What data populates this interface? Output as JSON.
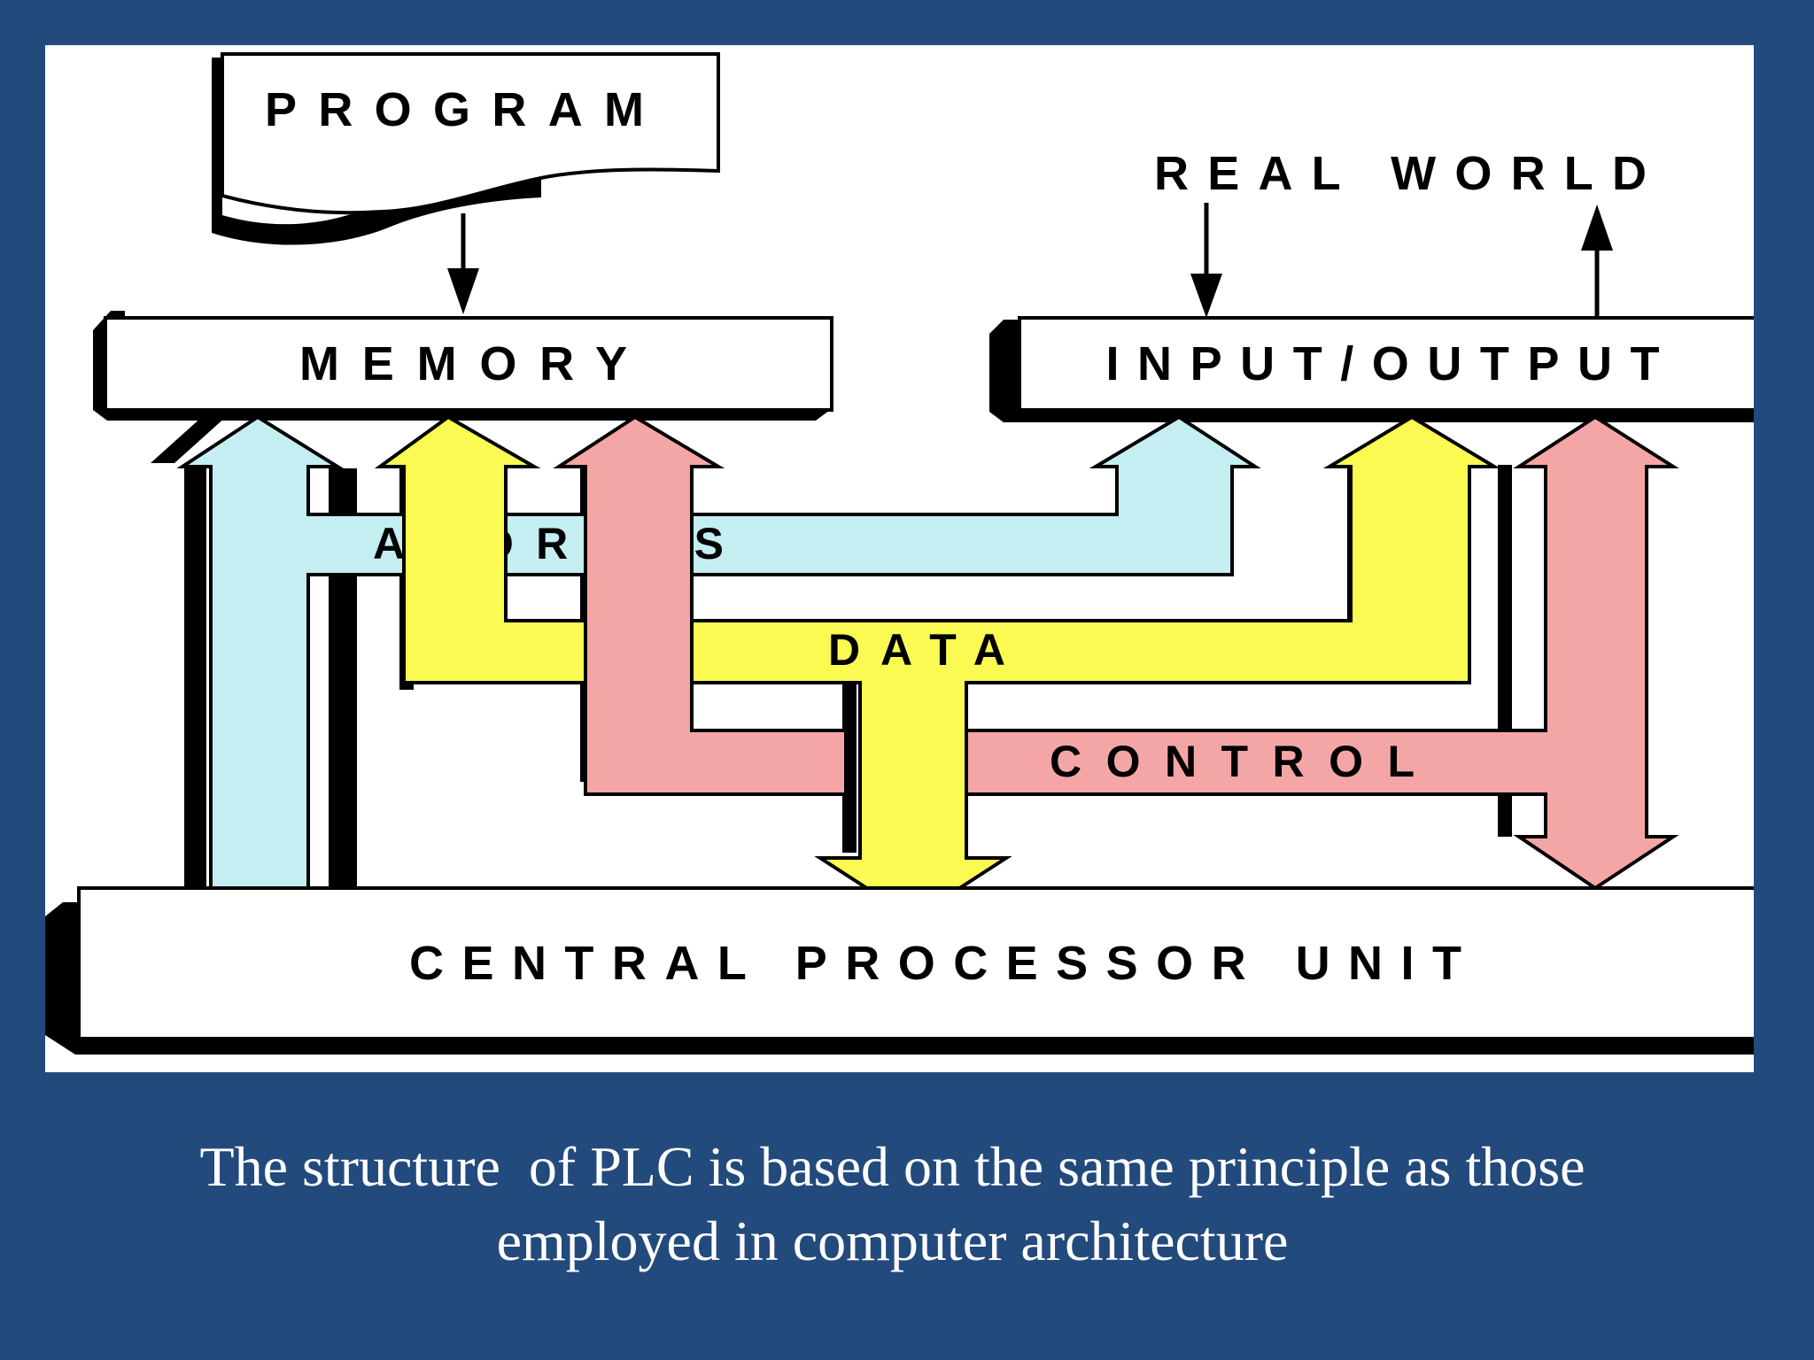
{
  "colors": {
    "background": "#234a7c",
    "panel": "#ffffff",
    "address_bus": "#c4eef2",
    "data_bus": "#fafa52",
    "control_bus": "#f4a6a6",
    "outline": "#000000",
    "caption_text": "#ffffff"
  },
  "diagram": {
    "program": "PROGRAM",
    "memory": "MEMORY",
    "input_output": "INPUT/OUTPUT",
    "real_world": "REAL WORLD",
    "cpu": "CENTRAL PROCESSOR UNIT",
    "buses": {
      "address": "ADDRESS",
      "data": "DATA",
      "control": "CONTROL"
    }
  },
  "caption": {
    "line1": "The structure  of PLC is based on the same principle as those",
    "line2": "employed in computer architecture"
  }
}
